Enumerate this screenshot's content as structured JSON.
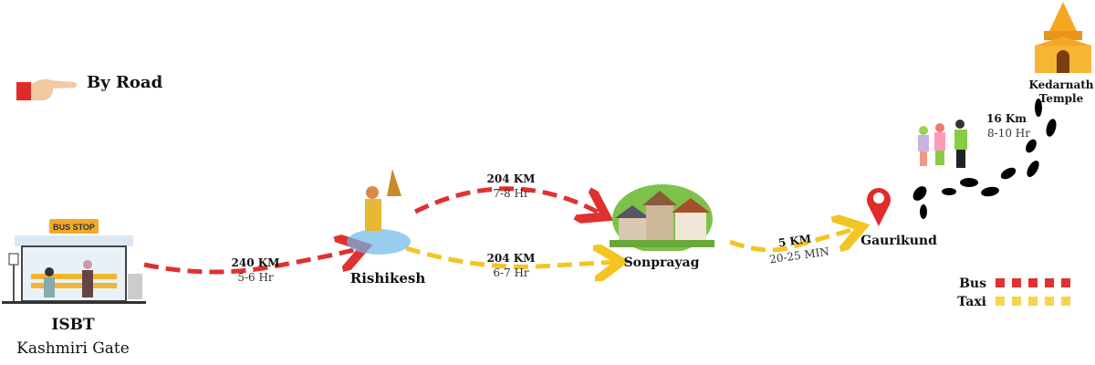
{
  "header": {
    "mode_label": "By Road",
    "icon": "pointing-hand-icon"
  },
  "colors": {
    "bus": "#e03131",
    "taxi": "#f2c522",
    "footsteps": "#000000",
    "pin": "#e02b2b",
    "temple": "#f5a623"
  },
  "stops": [
    {
      "id": "isbt",
      "name": "ISBT",
      "subname": "Kashmiri Gate",
      "icon": "bus-stop-icon",
      "sign": "BUS STOP"
    },
    {
      "id": "rishikesh",
      "name": "Rishikesh",
      "icon": "ganga-aarti-icon"
    },
    {
      "id": "sonprayag",
      "name": "Sonprayag",
      "icon": "village-icon"
    },
    {
      "id": "gaurikund",
      "name": "Gaurikund",
      "icon": "location-pin-icon"
    },
    {
      "id": "kedarnath",
      "name": "Kedarnath",
      "subname": "Temple",
      "icon": "temple-icon"
    }
  ],
  "legs": [
    {
      "from": "ISBT",
      "to": "Rishikesh",
      "mode": "Bus",
      "distance": "240 KM",
      "time": "5-6 Hr"
    },
    {
      "from": "Rishikesh",
      "to": "Sonprayag",
      "mode": "Bus",
      "distance": "204 KM",
      "time": "7-8 Hr"
    },
    {
      "from": "Rishikesh",
      "to": "Sonprayag",
      "mode": "Taxi",
      "distance": "204 KM",
      "time": "6-7 Hr"
    },
    {
      "from": "Sonprayag",
      "to": "Gaurikund",
      "mode": "Taxi",
      "distance": "5 KM",
      "time": "20-25 MIN"
    },
    {
      "from": "Gaurikund",
      "to": "Kedarnath Temple",
      "mode": "Trek",
      "distance": "16 Km",
      "time": "8-10 Hr"
    }
  ],
  "legend": [
    {
      "label": "Bus",
      "color": "#e03131"
    },
    {
      "label": "Taxi",
      "color": "#f2c522"
    }
  ]
}
